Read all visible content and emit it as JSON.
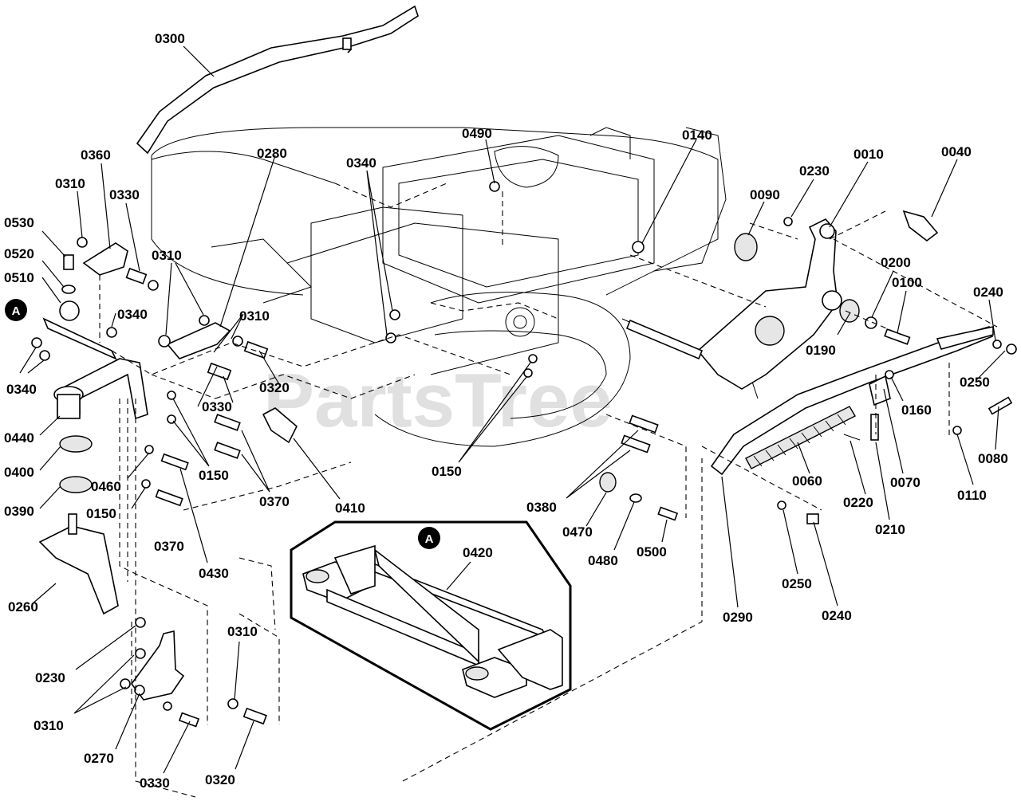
{
  "watermark": "PartsTree",
  "callouts": {
    "detail_marker": "A",
    "inset_marker": "A"
  },
  "labels": [
    {
      "id": "l0300",
      "text": "0300"
    },
    {
      "id": "l0360",
      "text": "0360"
    },
    {
      "id": "l0310a",
      "text": "0310"
    },
    {
      "id": "l0330a",
      "text": "0330"
    },
    {
      "id": "l0530",
      "text": "0530"
    },
    {
      "id": "l0520",
      "text": "0520"
    },
    {
      "id": "l0510",
      "text": "0510"
    },
    {
      "id": "l0340a",
      "text": "0340"
    },
    {
      "id": "l0340b",
      "text": "0340"
    },
    {
      "id": "l0440",
      "text": "0440"
    },
    {
      "id": "l0400",
      "text": "0400"
    },
    {
      "id": "l0390",
      "text": "0390"
    },
    {
      "id": "l0260",
      "text": "0260"
    },
    {
      "id": "l0280",
      "text": "0280"
    },
    {
      "id": "l0310b",
      "text": "0310"
    },
    {
      "id": "l0310c",
      "text": "0310"
    },
    {
      "id": "l0330b",
      "text": "0330"
    },
    {
      "id": "l0320a",
      "text": "0320"
    },
    {
      "id": "l0340c",
      "text": "0340"
    },
    {
      "id": "l0490",
      "text": "0490"
    },
    {
      "id": "l0140",
      "text": "0140"
    },
    {
      "id": "l0090",
      "text": "0090"
    },
    {
      "id": "l0230a",
      "text": "0230"
    },
    {
      "id": "l0010",
      "text": "0010"
    },
    {
      "id": "l0040",
      "text": "0040"
    },
    {
      "id": "l0200",
      "text": "0200"
    },
    {
      "id": "l0100",
      "text": "0100"
    },
    {
      "id": "l0240a",
      "text": "0240"
    },
    {
      "id": "l0190",
      "text": "0190"
    },
    {
      "id": "l0250a",
      "text": "0250"
    },
    {
      "id": "l0160",
      "text": "0160"
    },
    {
      "id": "l0080",
      "text": "0080"
    },
    {
      "id": "l0110",
      "text": "0110"
    },
    {
      "id": "l0060",
      "text": "0060"
    },
    {
      "id": "l0070",
      "text": "0070"
    },
    {
      "id": "l0220",
      "text": "0220"
    },
    {
      "id": "l0210",
      "text": "0210"
    },
    {
      "id": "l0250b",
      "text": "0250"
    },
    {
      "id": "l0240b",
      "text": "0240"
    },
    {
      "id": "l0290",
      "text": "0290"
    },
    {
      "id": "l0150a",
      "text": "0150"
    },
    {
      "id": "l0150b",
      "text": "0150"
    },
    {
      "id": "l0150c",
      "text": "0150"
    },
    {
      "id": "l0370a",
      "text": "0370"
    },
    {
      "id": "l0370b",
      "text": "0370"
    },
    {
      "id": "l0410",
      "text": "0410"
    },
    {
      "id": "l0460",
      "text": "0460"
    },
    {
      "id": "l0430",
      "text": "0430"
    },
    {
      "id": "l0380",
      "text": "0380"
    },
    {
      "id": "l0470",
      "text": "0470"
    },
    {
      "id": "l0480",
      "text": "0480"
    },
    {
      "id": "l0500",
      "text": "0500"
    },
    {
      "id": "l0420",
      "text": "0420"
    },
    {
      "id": "l0230b",
      "text": "0230"
    },
    {
      "id": "l0310d",
      "text": "0310"
    },
    {
      "id": "l0310e",
      "text": "0310"
    },
    {
      "id": "l0270",
      "text": "0270"
    },
    {
      "id": "l0330c",
      "text": "0330"
    },
    {
      "id": "l0320b",
      "text": "0320"
    }
  ]
}
